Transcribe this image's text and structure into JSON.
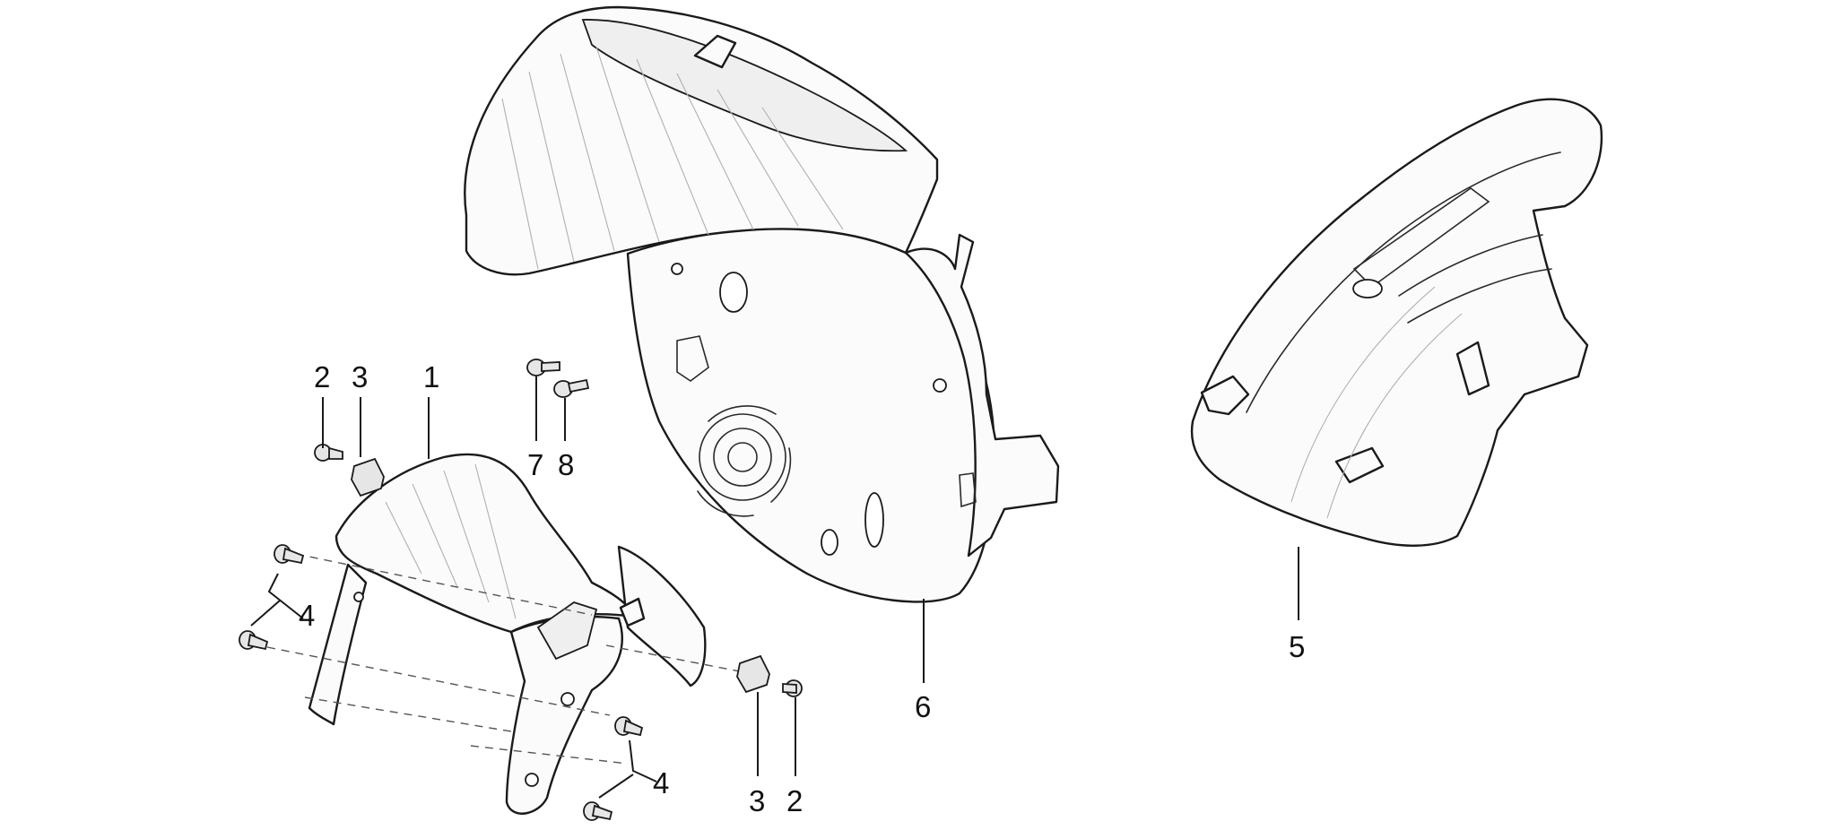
{
  "callouts": {
    "n1": "1",
    "n2a": "2",
    "n3a": "3",
    "n4a": "4",
    "n4b": "4",
    "n3b": "3",
    "n2b": "2",
    "n5": "5",
    "n6": "6",
    "n7": "7",
    "n8": "8"
  },
  "colors": {
    "line": "#1a1a1a",
    "fill": "#fbfbfb",
    "background": "#ffffff"
  }
}
